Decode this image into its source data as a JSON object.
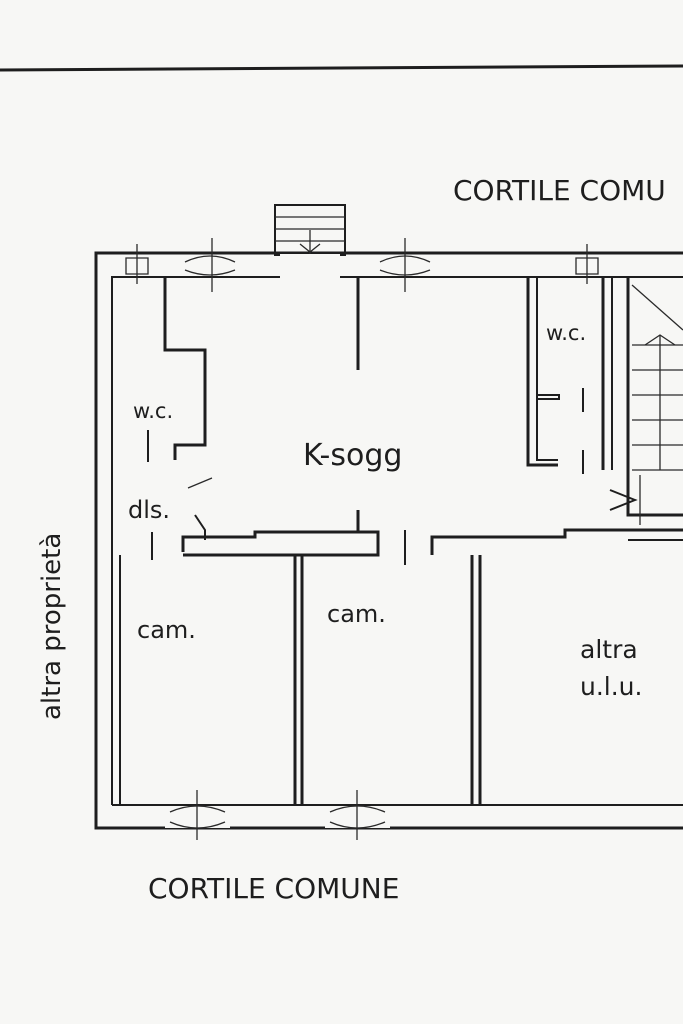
{
  "labels": {
    "top_courtyard": "CORTILE COMU",
    "bottom_courtyard": "CORTILE COMUNE",
    "left_property": "altra proprietà",
    "kitchen": "K-sogg",
    "wc_left": "w.c.",
    "wc_right": "w.c.",
    "closet": "dls.",
    "room_left": "cam.",
    "room_center": "cam.",
    "other_unit_line1": "altra",
    "other_unit_line2": "u.l.u."
  },
  "colors": {
    "paper": "#f7f7f5",
    "ink": "#1e1e1e"
  }
}
